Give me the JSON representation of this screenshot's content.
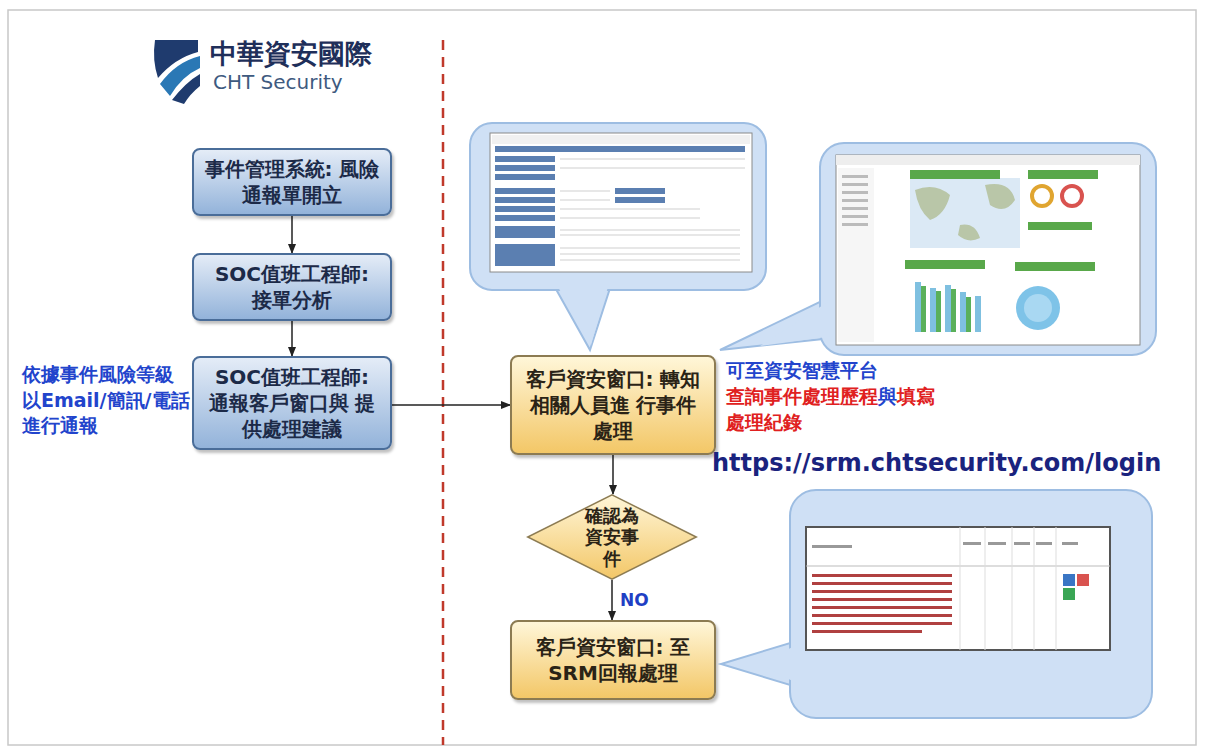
{
  "diagram": {
    "nodes": [
      {
        "text": [
          "事件管理系統: 風險通報單開立"
        ]
      },
      {
        "text": [
          "SOC值班工程師: 接單分析"
        ]
      },
      {
        "text": [
          "SOC值班工程師: 通報客戶窗口與 提供處理建議"
        ]
      },
      {
        "text": [
          "客戶資安窗口: 轉知相關人員進 行事件處理"
        ]
      },
      {
        "text": [
          "確認為 資安事 件"
        ]
      },
      {
        "text": [
          "客戶資安窗口: 至SRM回報處理"
        ]
      }
    ],
    "edges": [
      {
        "from": 0,
        "to": 1,
        "arrow": "to"
      },
      {
        "from": 1,
        "to": 2,
        "arrow": "to"
      },
      {
        "from": 2,
        "to": 3,
        "arrow": "to"
      },
      {
        "from": 3,
        "to": 4,
        "arrow": "to"
      },
      {
        "from": 4,
        "to": 5,
        "label": "NO",
        "arrow": "to"
      }
    ],
    "labels": [
      "中華資安國際",
      "CHT Security",
      "依據事件風險等級以Email/簡訊/電話進行通報",
      "可至資安智慧平台",
      "查詢事件處理歷程",
      "與",
      "填寫",
      "處理紀錄",
      "https://srm.chtsecurity.com/login"
    ]
  }
}
